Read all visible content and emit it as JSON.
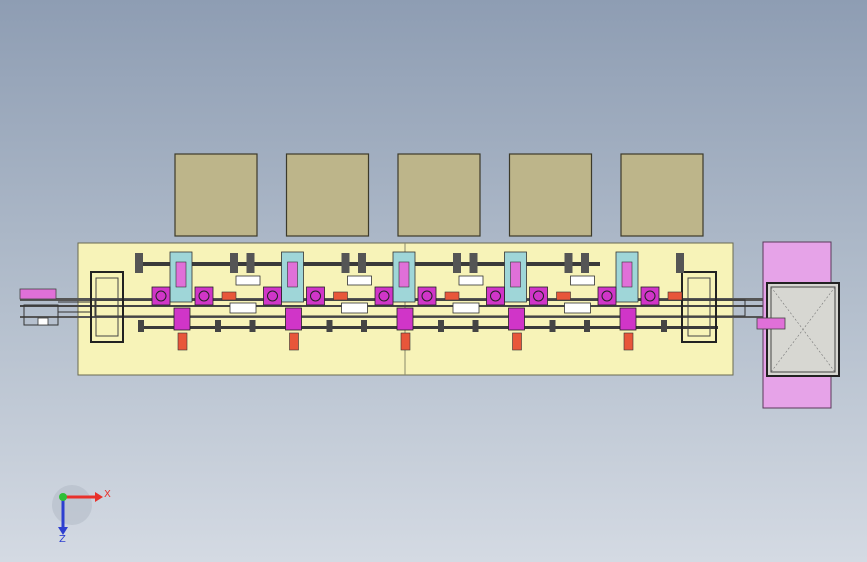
{
  "colors": {
    "bg_top": "#8e9db3",
    "bg_bottom": "#d4dae3",
    "table": "#f7f3b8",
    "bin": "#bdb58a",
    "frame": "#e6a3e8",
    "rail": "#3a3a3a",
    "cylinder": "#e8563a",
    "magenta": "#d035c8",
    "teal": "#9fd6d8",
    "axis_x": "#e8312b",
    "axis_y": "#2fbf37",
    "axis_z": "#2d3fd0"
  },
  "scene": {
    "bins": [
      1,
      2,
      3,
      4,
      5
    ],
    "stations": [
      1,
      2,
      3,
      4,
      5
    ]
  },
  "triad": {
    "x_label": "X",
    "z_label": "Z"
  }
}
